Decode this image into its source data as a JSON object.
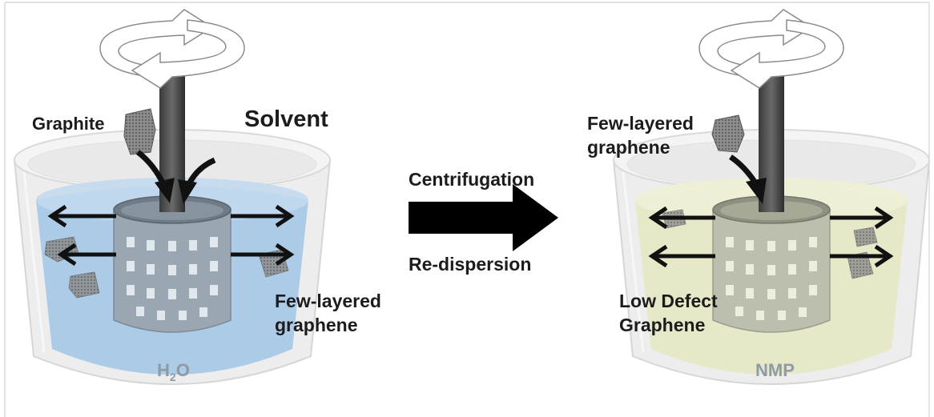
{
  "left_panel": {
    "graphite_label": "Graphite",
    "solvent_label": "Solvent",
    "product_label_line1": "Few-layered",
    "product_label_line2": "graphene",
    "solvent_name_main": "H",
    "solvent_name_sub": "2",
    "solvent_name_end": "O",
    "liquid_color": "#a9c9e6"
  },
  "process": {
    "step1_label": "Centrifugation",
    "step2_label": "Re-dispersion"
  },
  "right_panel": {
    "input_label_line1": "Few-layered",
    "input_label_line2": "graphene",
    "product_label_line1": "Low Defect",
    "product_label_line2": "Graphene",
    "solvent_name": "NMP",
    "liquid_color": "#e6e8c4"
  }
}
